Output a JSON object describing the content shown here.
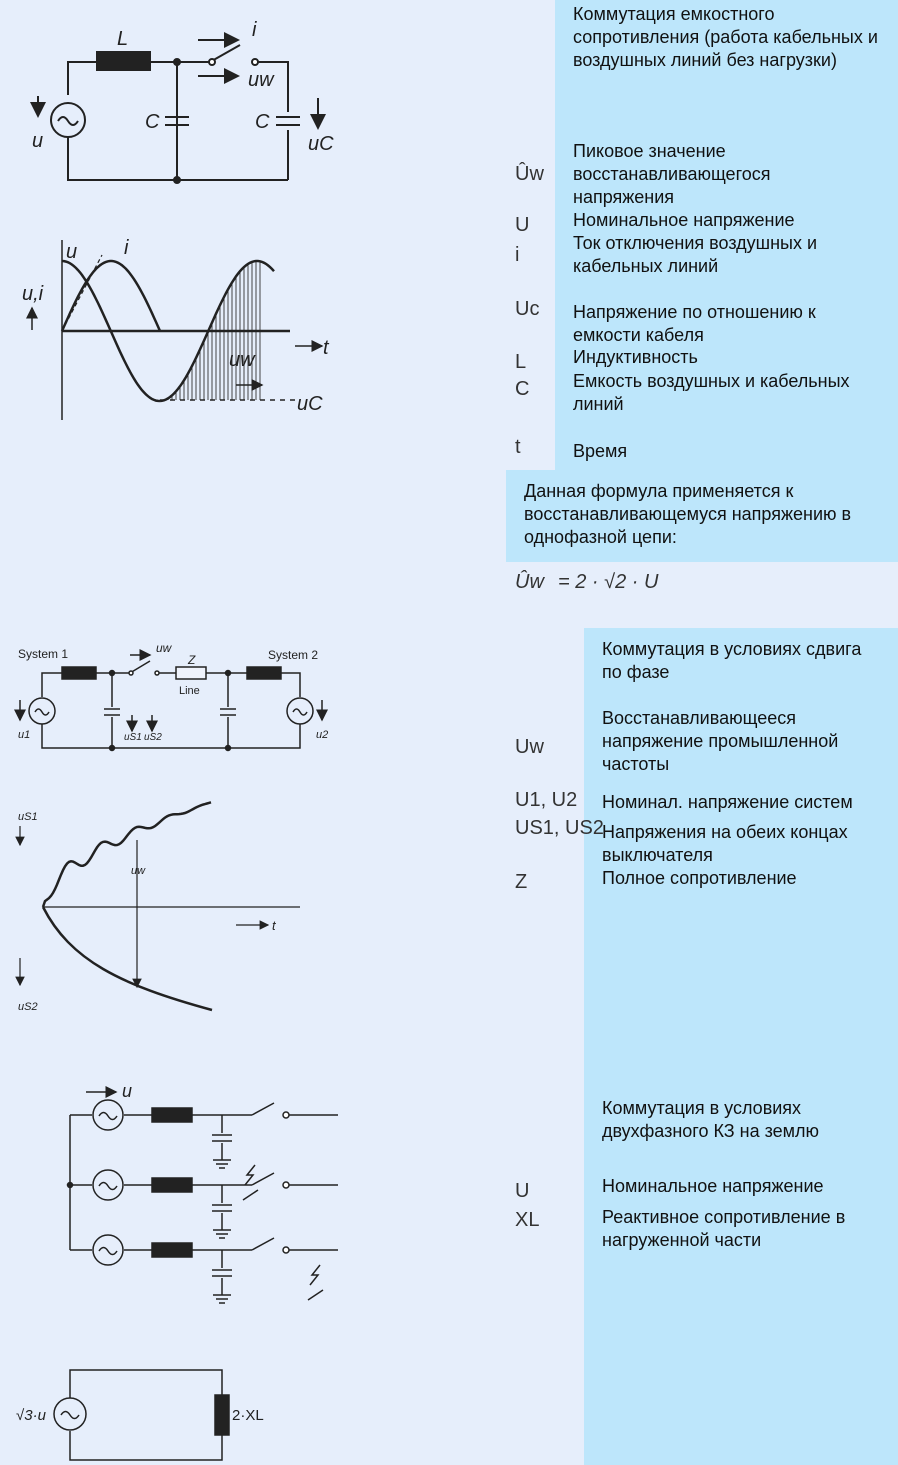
{
  "section1": {
    "title": "Коммутация емкостного сопротивления (работа кабельных и воздушных линий без нагрузки)",
    "terms": [
      {
        "sym": "Ûw",
        "desc": "Пиковое значение восстанавливающегося напряжения"
      },
      {
        "sym": "U",
        "desc": "Номинальное напряжение"
      },
      {
        "sym": "i",
        "desc": "Ток отключения воздушных и кабельных линий"
      },
      {
        "sym": "Uc",
        "desc": "Напряжение по отношению к емкости кабеля"
      },
      {
        "sym": "L",
        "desc": "Индуктивность"
      },
      {
        "sym": "C",
        "desc": "Емкость воздушных и кабельных линий"
      },
      {
        "sym": "t",
        "desc": "Время"
      }
    ],
    "note": "Данная формула применяется к восстанавливающемуся напряжению в однофазной цепи:",
    "formula": {
      "lhs": "Ûw",
      "rhs": "= 2 · √2 · U"
    },
    "circuit_labels": {
      "inductor": "L",
      "current": "i",
      "uw": "uw",
      "cap": "C",
      "source": "u",
      "uc": "uC"
    },
    "graph_labels": {
      "u": "u",
      "i": "i",
      "ui_axis": "u,i",
      "t": "t",
      "uw": "uw",
      "uc": "uC"
    }
  },
  "section2": {
    "title": "Коммутация в условиях сдвига по фазе",
    "terms": [
      {
        "sym": "Uw",
        "desc": "Восстанавливающееся напряжение промышленной частоты"
      },
      {
        "sym": "U1, U2",
        "desc": "Номинал. напряжение систем"
      },
      {
        "sym": "US1, US2",
        "desc": "Напряжения на обеих концах выключателя"
      },
      {
        "sym": "Z",
        "desc": "Полное сопротивление"
      }
    ],
    "circuit_labels": {
      "system1": "System 1",
      "system2": "System 2",
      "z": "Z",
      "line": "Line",
      "uw": "uw",
      "u1": "u1",
      "u2": "u2",
      "us1": "uS1",
      "us2": "uS2"
    },
    "graph_labels": {
      "us1": "uS1",
      "us2": "uS2",
      "uw": "uw",
      "t": "t"
    }
  },
  "section3": {
    "title": "Коммутация в условиях двухфазного КЗ на землю",
    "terms": [
      {
        "sym": "U",
        "desc": "Номинальное напряжение"
      },
      {
        "sym": "XL",
        "desc": "Реактивное сопротивление в нагруженной части"
      }
    ],
    "circuit_labels": {
      "u": "u"
    },
    "equiv_labels": {
      "source": "√3·u",
      "load": "2·XL"
    }
  },
  "colors": {
    "panel": "#bde6fb",
    "background": "#e6eefb",
    "line": "#222222"
  }
}
